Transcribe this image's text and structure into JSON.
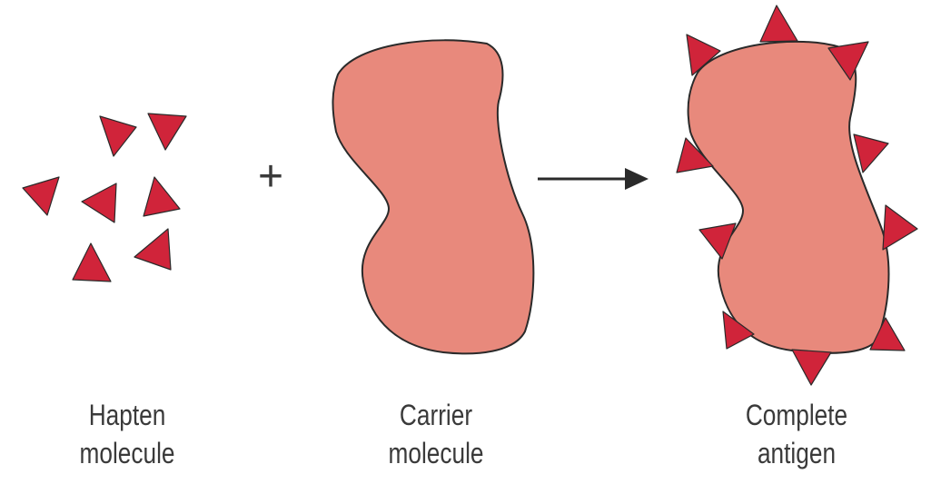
{
  "colors": {
    "hapten_fill": "#d0243a",
    "carrier_fill": "#e8897c",
    "outline": "#2a2a2a",
    "text": "#3a3a3a",
    "arrow": "#2a2a2a"
  },
  "symbols": {
    "plus": "+"
  },
  "labels": {
    "hapten": {
      "line1": "Hapten",
      "line2": "molecule"
    },
    "carrier": {
      "line1": "Carrier",
      "line2": "molecule"
    },
    "complete": {
      "line1": "Complete",
      "line2": "antigen"
    }
  },
  "icons": {
    "hapten": "red-triangle",
    "carrier": "blob-shape",
    "arrow": "right-arrow"
  }
}
